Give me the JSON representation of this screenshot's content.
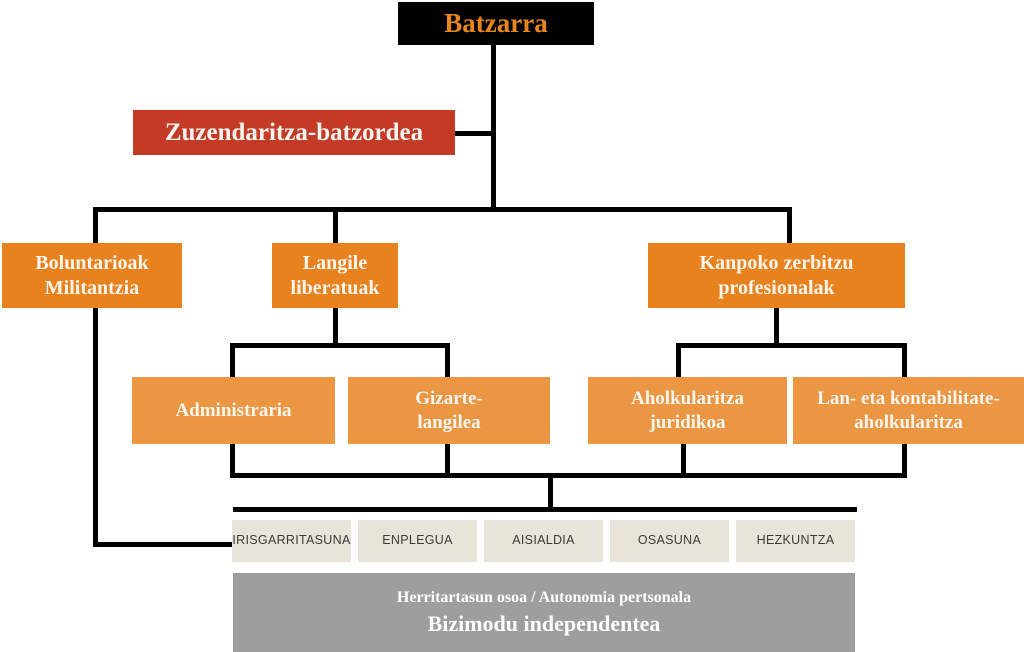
{
  "chart_data": {
    "type": "org-chart",
    "title": "Batzarra organigrama",
    "hierarchy": {
      "root": "Batzarra",
      "staff": "Zuzendaritza-batzordea",
      "children": [
        {
          "label": "Boluntarioak Militantzia",
          "children": []
        },
        {
          "label": "Langile liberatuak",
          "children": [
            "Administraria",
            "Gizarte-langilea"
          ]
        },
        {
          "label": "Kanpoko zerbitzu profesionalak",
          "children": [
            "Aholkularitza juridikoa",
            "Lan- eta kontabilitate-aholkularitza"
          ]
        }
      ],
      "shared_areas": [
        "IRISGARRITASUNA",
        "ENPLEGUA",
        "AISIALDIA",
        "OSASUNA",
        "HEZKUNTZA"
      ],
      "base": "Herritartasun osoa / Autonomia pertsonala — Bizimodu independentea"
    }
  },
  "colors": {
    "root_bg": "#000000",
    "root_text": "#e8861d",
    "red_bg": "#c33b26",
    "orange_level1": "#e8821e",
    "orange_level2": "#ea9643",
    "area_bg": "#e9e4d9",
    "area_text": "#3b3b3b",
    "footer_bg": "#9e9e9e",
    "connector": "#000000",
    "box_text": "#ffffff"
  },
  "nodes": {
    "batzarra": {
      "label": "Batzarra"
    },
    "zuzendaritza": {
      "label": "Zuzendaritza-batzordea"
    },
    "boluntarioak": {
      "line1": "Boluntarioak",
      "line2": "Militantzia"
    },
    "langile": {
      "line1": "Langile",
      "line2": "liberatuak"
    },
    "kanpoko": {
      "line1": "Kanpoko zerbitzu",
      "line2": "profesionalak"
    },
    "administraria": {
      "label": "Administraria"
    },
    "gizarte": {
      "line1": "Gizarte-",
      "line2": "langilea"
    },
    "aholkularitza": {
      "line1": "Aholkularitza",
      "line2": "juridikoa"
    },
    "lan_kontabilitate": {
      "line1": "Lan- eta kontabilitate-",
      "line2": "aholkularitza"
    }
  },
  "areas": {
    "items": [
      "IRISGARRITASUNA",
      "ENPLEGUA",
      "AISIALDIA",
      "OSASUNA",
      "HEZKUNTZA"
    ]
  },
  "footer": {
    "line1": "Herritartasun osoa / Autonomia pertsonala",
    "line2": "Bizimodu independentea"
  }
}
